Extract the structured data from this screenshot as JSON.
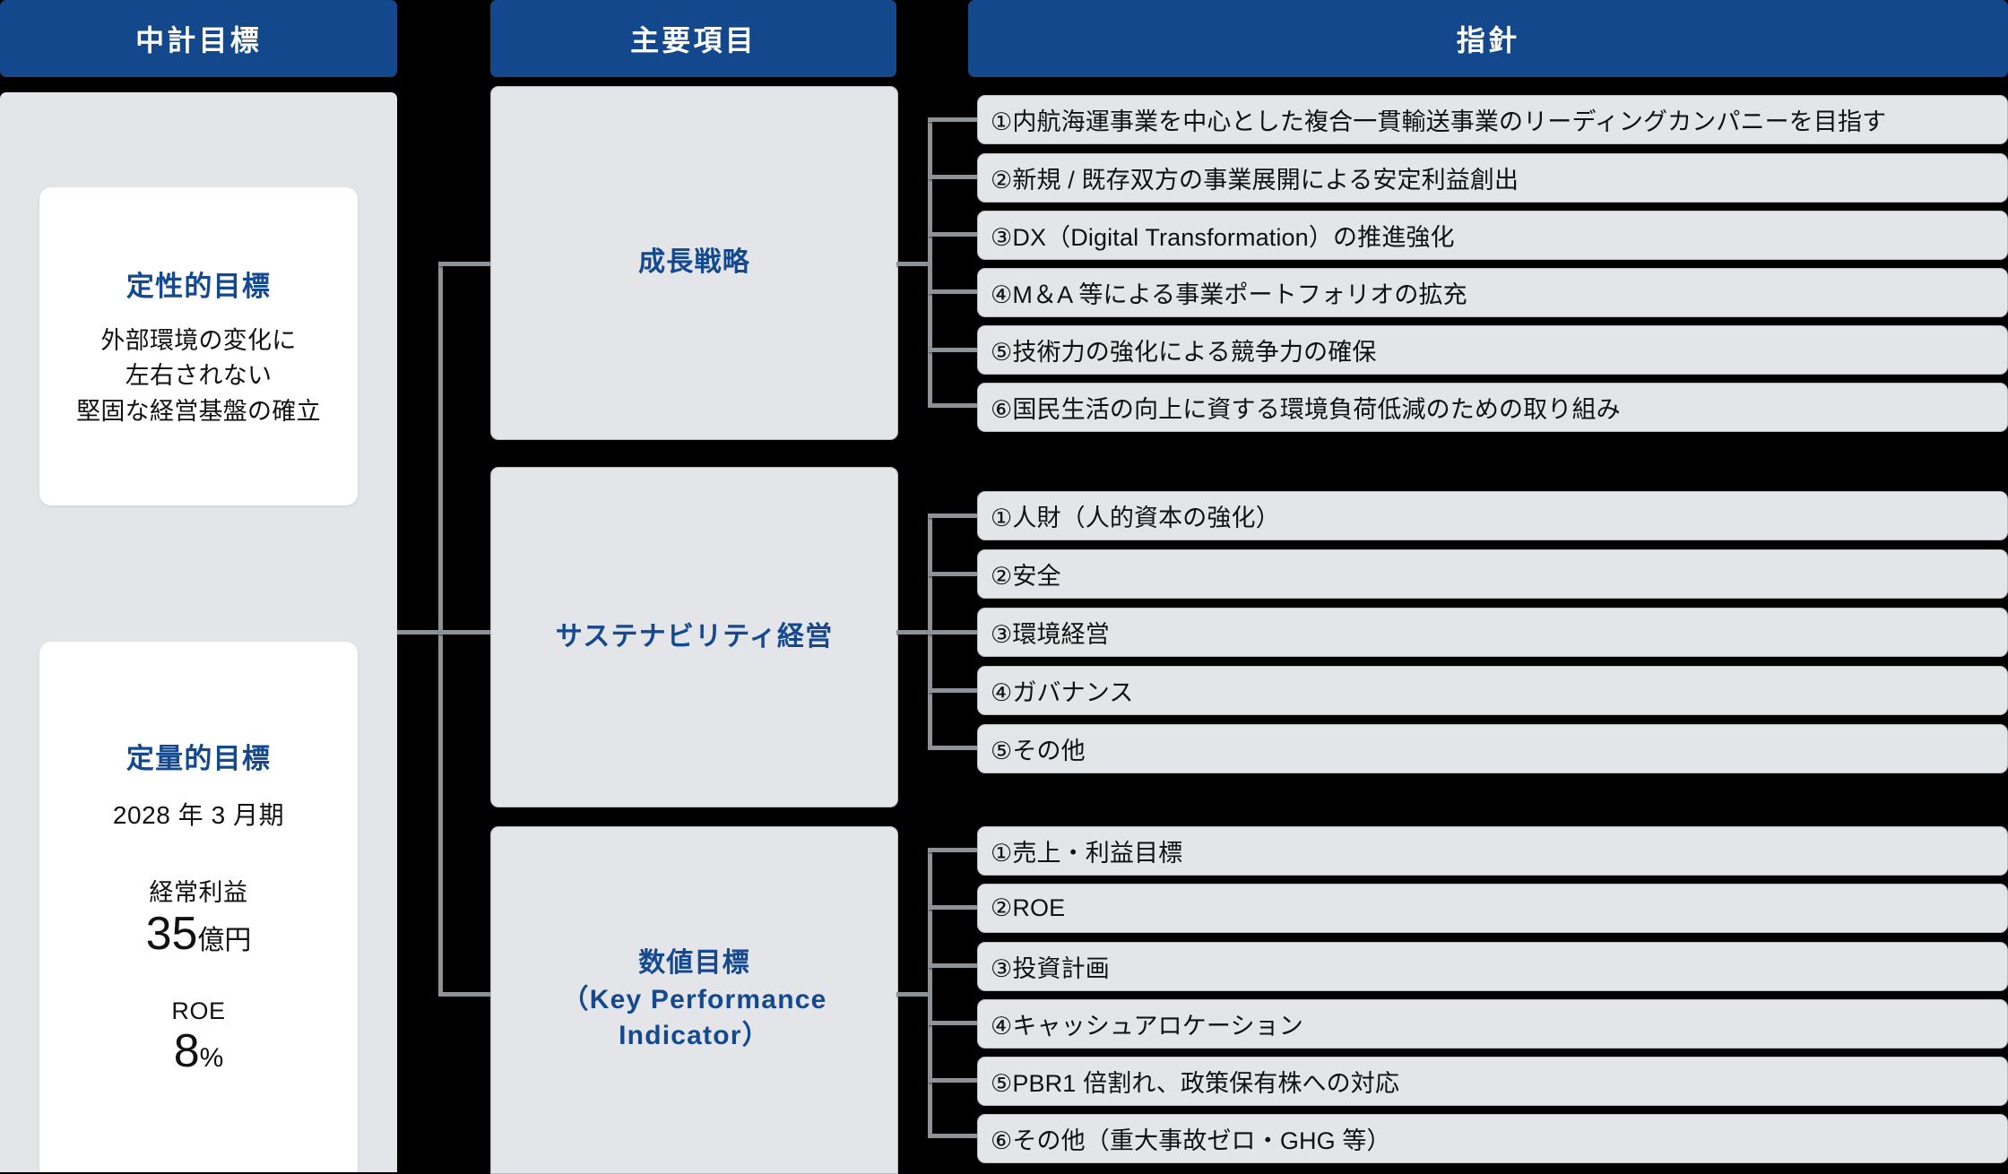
{
  "headers": [
    {
      "id": "mid-term-goal",
      "label": "中計目標"
    },
    {
      "id": "key-items",
      "label": "主要項目"
    },
    {
      "id": "guidelines",
      "label": "指針"
    }
  ],
  "colors": {
    "header_blue": "#14488c",
    "accent_blue": "#15498f",
    "panel_grey": "#e3e5e8",
    "card_white": "#ffffff",
    "background": "#000000",
    "connector_grey": "#8d9298"
  },
  "qualitative": {
    "title": "定性的目標",
    "lines": [
      "外部環境の変化に",
      "左右されない",
      "堅固な経営基盤の確立"
    ]
  },
  "quantitative": {
    "title": "定量的目標",
    "period": "2028 年 3 月期",
    "metrics": [
      {
        "label": "経常利益",
        "value": "35",
        "unit": "億円"
      },
      {
        "label": "ROE",
        "value": "8",
        "unit": "%"
      }
    ]
  },
  "pillars": [
    {
      "id": "growth-strategy",
      "title_lines": [
        "成長戦略"
      ],
      "items": [
        "①内航海運事業を中心とした複合一貫輸送事業のリーディングカンパニーを目指す",
        "②新規 / 既存双方の事業展開による安定利益創出",
        "③DX（Digital Transformation）の推進強化",
        "④M＆A 等による事業ポートフォリオの拡充",
        "⑤技術力の強化による競争力の確保",
        "⑥国民生活の向上に資する環境負荷低減のための取り組み"
      ]
    },
    {
      "id": "sustainability-management",
      "title_lines": [
        "サステナビリティ経営"
      ],
      "items": [
        "①人財（人的資本の強化）",
        "②安全",
        "③環境経営",
        "④ガバナンス",
        "⑤その他"
      ]
    },
    {
      "id": "numerical-targets",
      "title_lines": [
        "数値目標",
        "（Key Performance",
        "Indicator）"
      ],
      "items": [
        "①売上・利益目標",
        "②ROE",
        "③投資計画",
        "④キャッシュアロケーション",
        "⑤PBR1 倍割れ、政策保有株への対応",
        "⑥その他（重大事故ゼロ・GHG 等）"
      ]
    }
  ]
}
